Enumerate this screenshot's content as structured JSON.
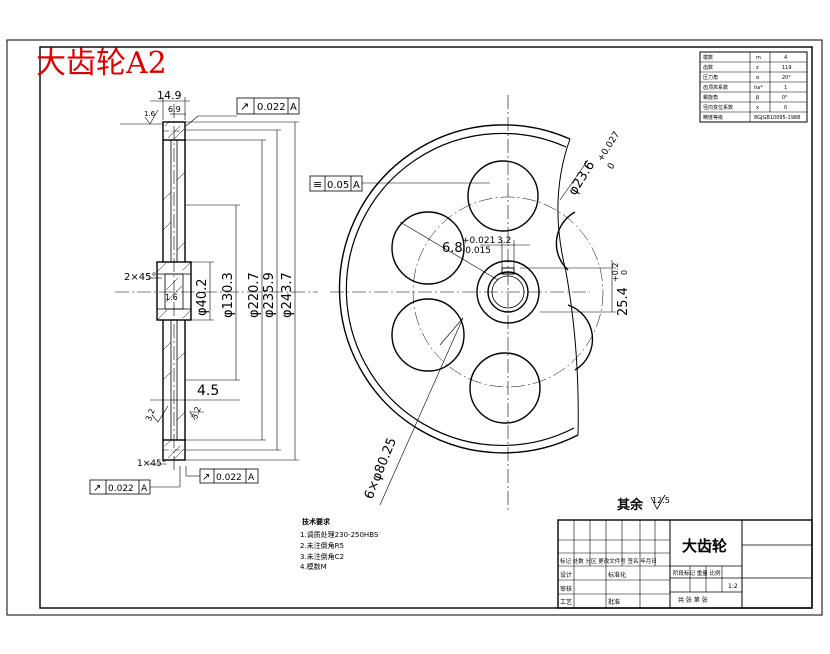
{
  "sheet_title": "大齿轮A2",
  "dims": {
    "width_hub": "14.9",
    "width_web": "6.9",
    "rough_top": "1.6",
    "d40": "φ40.2",
    "d130": "φ130.3",
    "d220": "φ220.7",
    "d235": "φ235.9",
    "d243": "φ243.7",
    "chamfer1": "2×45°",
    "chamfer2": "1×45°",
    "web_thk": "4.5",
    "hub_rough": "1.6",
    "rough_a": "3.2",
    "rough_b": "3.2",
    "hole_dia": "φ23.6",
    "hole_tol": "+0.027",
    "hole_tol0": "0",
    "key_w": "6.8",
    "key_tol_up": "+0.021",
    "key_tol_dn": "-0.015",
    "key_rough": "3.2",
    "key_depth": "25.4",
    "key_tol_a": "+0.2",
    "key_tol_b": "0",
    "holes": "6×φ80.25"
  },
  "fcf": {
    "runout_top": {
      "symbol": "↗",
      "value": "0.022",
      "datum": "A"
    },
    "runout_left": {
      "symbol": "↗",
      "value": "0.022",
      "datum": "A"
    },
    "runout_bottom": {
      "symbol": "↗",
      "value": "0.022",
      "datum": "A"
    },
    "symmetry": {
      "symbol": "≡",
      "value": "0.05",
      "datum": "A"
    }
  },
  "datum_label": "A",
  "rest_roughness": {
    "label": "其余",
    "value": "12.5"
  },
  "notes": {
    "title": "技术要求",
    "lines": [
      "1.调质处理230-250HBS",
      "2.未注倒角R5",
      "3.未注倒角C2",
      "4.模数M"
    ]
  },
  "params": [
    [
      "模数",
      "m",
      "4"
    ],
    [
      "齿数",
      "z",
      "119"
    ],
    [
      "压力角",
      "α",
      "20°"
    ],
    [
      "齿顶高系数",
      "ha*",
      "1"
    ],
    [
      "螺旋角",
      "β",
      "0°"
    ],
    [
      "径向变位系数",
      "x",
      "0"
    ],
    [
      "精度等级",
      "",
      "8GJGB10095-1988"
    ]
  ],
  "titleblock": {
    "part_name": "大齿轮",
    "header_row": "标记 处数 分区 更改文件号 签名 年月日",
    "designer": "设计",
    "std": "标准化",
    "stage_row": "阶段标记 重量 比例",
    "scale": "1:2",
    "audit": "审核",
    "process": "工艺",
    "approve": "批准",
    "sheets": "共 张 第 张"
  }
}
